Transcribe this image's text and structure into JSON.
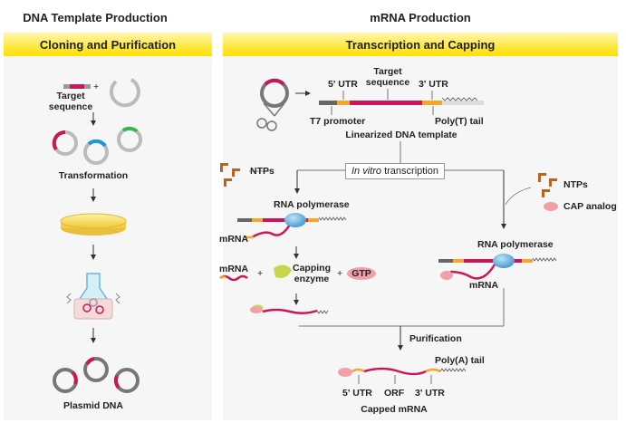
{
  "left_panel": {
    "title": "DNA Template Production",
    "banner": "Cloning and Purification",
    "plus": "+",
    "target_sequence": "Target\nsequence",
    "transformation": "Transformation",
    "plasmid_dna": "Plasmid DNA"
  },
  "right_panel": {
    "title": "mRNA Production",
    "banner": "Transcription and Capping",
    "utr5": "5' UTR",
    "target_sequence": "Target\nsequence",
    "utr3": "3' UTR",
    "t7_promoter": "T7 promoter",
    "poly_t_tail": "Poly(T) tail",
    "linearized_template": "Linearized DNA template",
    "ivt_italic": "In vitro",
    "ivt_rest": " transcription",
    "ntps_left": "NTPs",
    "ntps_right": "NTPs",
    "cap_analog": "CAP analog",
    "rna_polymerase_left": "RNA polymerase",
    "rna_polymerase_right": "RNA polymerase",
    "mrna_left": "mRNA",
    "mrna_right": "mRNA",
    "mrna_capping": "mRNA",
    "plus1": "+",
    "capping_enzyme": "Capping\nenzyme",
    "plus2": "+",
    "gtp": "GTP",
    "purification": "Purification",
    "poly_a_tail": "Poly(A) tail",
    "final_utr5": "5' UTR",
    "orf": "ORF",
    "final_utr3": "3' UTR",
    "capped_mrna": "Capped mRNA"
  },
  "colors": {
    "banner_yellow": "#ffe000",
    "magenta": "#c8185a",
    "orange": "#f5a623",
    "blue": "#1e96d8",
    "green": "#3cb54a",
    "gray_ring": "#707070",
    "polymerase_blue": "#5aaee0",
    "pink_cap": "#f2a0a8",
    "brown_ntp": "#b5651d"
  }
}
